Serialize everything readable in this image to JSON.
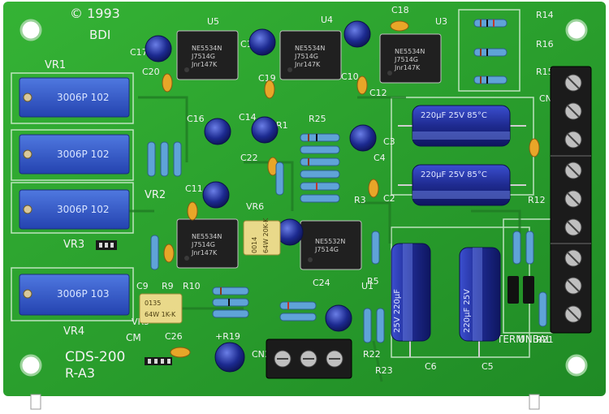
{
  "silkscreen": {
    "copyright": "© 1993",
    "maker": "BDI",
    "model": "CDS-200",
    "revision": "R-A3",
    "vr1": "VR1",
    "vr2": "VR2",
    "vr3": "VR3",
    "vr4": "VR4",
    "vr5": "VR5",
    "vr6": "VR6",
    "cn1": "CN1",
    "cn2": "CN2",
    "cm": "CM",
    "term": "TERM",
    "unbal": "UNBAL",
    "u1": "U1",
    "u3": "U3",
    "u4": "U4",
    "u5": "U5",
    "c2": "C2",
    "c3": "C3",
    "c4": "C4",
    "c5": "C5",
    "c6": "C6",
    "c9": "C9",
    "c10": "C10",
    "c11": "C11",
    "c12": "C12",
    "c14": "C14",
    "c15": "C15",
    "c16": "C16",
    "c17": "C17",
    "c18": "C18",
    "c19": "C19",
    "c20": "C20",
    "c22": "C22",
    "c24": "C24",
    "c26": "C26",
    "r1": "R1",
    "r3": "R3",
    "r5": "R5",
    "r9": "R9",
    "r10": "R10",
    "r12": "R12",
    "r14": "R14",
    "r15": "R15",
    "r16": "R16",
    "r19": "+R19",
    "r21": "R21",
    "r22": "R22",
    "r23": "R23",
    "r25": "R25"
  },
  "pots": [
    {
      "marking": "3006P 102"
    },
    {
      "marking": "3006P 102"
    },
    {
      "marking": "3006P 102"
    },
    {
      "marking": "3006P 103"
    }
  ],
  "ics": [
    {
      "marking1": "NE5534N",
      "marking2": "J7514G",
      "marking3": "Jnr147K"
    },
    {
      "marking1": "NE5534N",
      "marking2": "J7514G",
      "marking3": "Jnr147K"
    },
    {
      "marking1": "NE5534N",
      "marking2": "J7514G",
      "marking3": "Jnr147K"
    },
    {
      "marking1": "NE5534N",
      "marking2": "J7514G",
      "marking3": "Jnr147K"
    },
    {
      "marking1": "NE5532N",
      "marking2": "J7514G",
      "marking3": ""
    }
  ],
  "big_caps": [
    {
      "marking": "220µF 25V 85°C"
    },
    {
      "marking": "220µF 25V 85°C"
    },
    {
      "marking": "25V 220µF"
    },
    {
      "marking": "220µF 25V"
    }
  ],
  "trimmer_caps": [
    {
      "marking": "64W 20K-K",
      "code": "0014"
    },
    {
      "marking": "64W 1K-K",
      "code": "0135"
    }
  ],
  "colors": {
    "pcb": "#2aa02a",
    "pcb_dark": "#1e7d22",
    "silk": "#f2f2f2",
    "pot_blue": "#2f56c8",
    "cap_blue": "#1f2f9a",
    "terminal": "#1b1b1b"
  }
}
